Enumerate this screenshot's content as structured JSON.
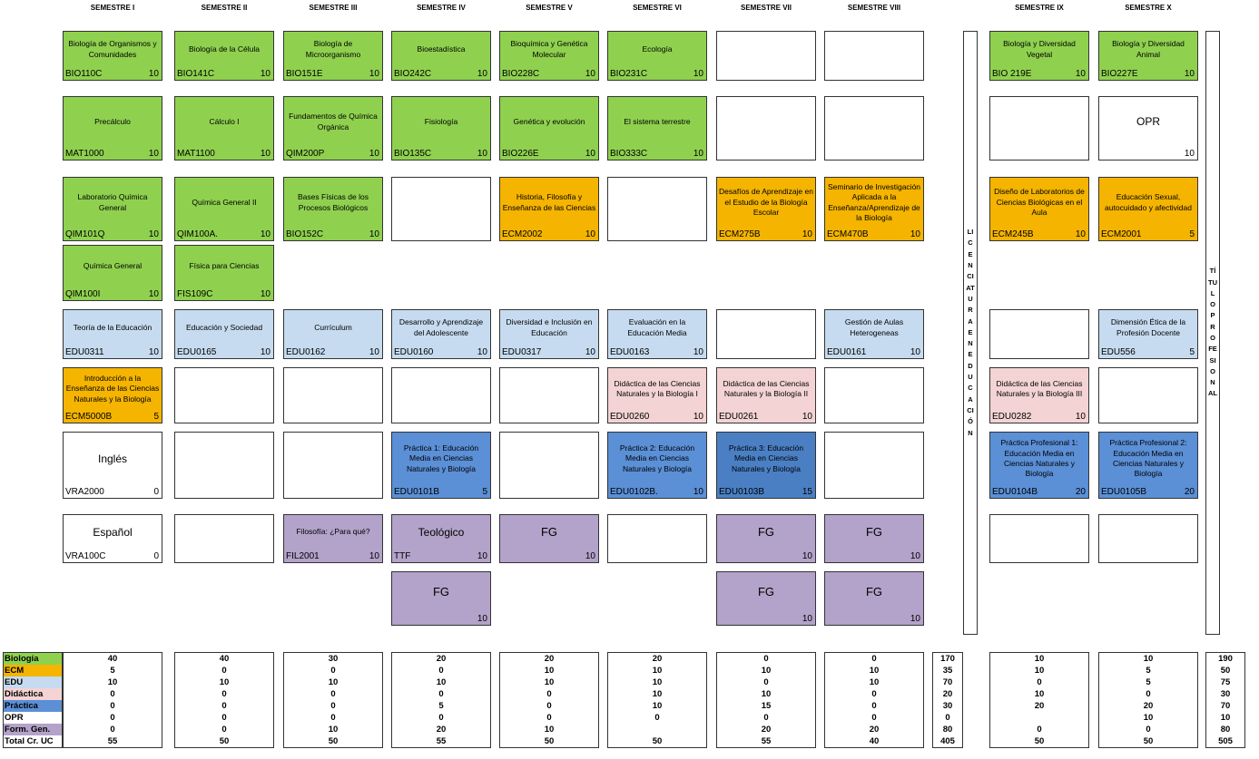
{
  "semesters": [
    "SEMESTRE I",
    "SEMESTRE II",
    "SEMESTRE III",
    "SEMESTRE IV",
    "SEMESTRE V",
    "SEMESTRE VI",
    "SEMESTRE VII",
    "SEMESTRE VIII",
    "SEMESTRE IX",
    "SEMESTRE X"
  ],
  "courses": {
    "r0": [
      {
        "title": "Biología de Organismos y Comunidades",
        "code": "BIO110C",
        "cr": "10",
        "cat": "bio"
      },
      {
        "title": "Biología de la Célula",
        "code": "BIO141C",
        "cr": "10",
        "cat": "bio"
      },
      {
        "title": "Biología de Microorganismo",
        "code": "BIO151E",
        "cr": "10",
        "cat": "bio"
      },
      {
        "title": "Bioestadística",
        "code": "BIO242C",
        "cr": "10",
        "cat": "bio"
      },
      {
        "title": "Bioquímica y Genética Molecular",
        "code": "BIO228C",
        "cr": "10",
        "cat": "bio"
      },
      {
        "title": "Ecología",
        "code": "BIO231C",
        "cr": "10",
        "cat": "bio"
      },
      {
        "title": "",
        "code": "",
        "cr": "",
        "cat": "empty"
      },
      {
        "title": "",
        "code": "",
        "cr": "",
        "cat": "empty"
      },
      {
        "title": "Biología y Diversidad Vegetal",
        "code": "BIO 219E",
        "cr": "10",
        "cat": "bio"
      },
      {
        "title": "Biología y Diversidad Animal",
        "code": "BIO227E",
        "cr": "10",
        "cat": "bio"
      }
    ],
    "r1": [
      {
        "title": "Precálculo",
        "code": "MAT1000",
        "cr": "10",
        "cat": "bio"
      },
      {
        "title": "Cálculo I",
        "code": "MAT1100",
        "cr": "10",
        "cat": "bio"
      },
      {
        "title": "Fundamentos de Química Orgánica",
        "code": "QIM200P",
        "cr": "10",
        "cat": "bio"
      },
      {
        "title": "Fisiología",
        "code": "BIO135C",
        "cr": "10",
        "cat": "bio"
      },
      {
        "title": "Genética y evolución",
        "code": "BIO226E",
        "cr": "10",
        "cat": "bio"
      },
      {
        "title": "El sistema terrestre",
        "code": "BIO333C",
        "cr": "10",
        "cat": "bio"
      },
      {
        "title": "",
        "code": "",
        "cr": "",
        "cat": "empty"
      },
      {
        "title": "",
        "code": "",
        "cr": "",
        "cat": "empty"
      },
      {
        "title": "",
        "code": "",
        "cr": "",
        "cat": "empty"
      },
      {
        "title": "OPR",
        "code": "",
        "cr": "10",
        "cat": "empty"
      }
    ],
    "r2": [
      {
        "title": "Laboratorio Química General",
        "code": "QIM101Q",
        "cr": "10",
        "cat": "bio"
      },
      {
        "title": "Química General II",
        "code": "QIM100A.",
        "cr": "10",
        "cat": "bio"
      },
      {
        "title": "Bases Físicas de los Procesos Biológicos",
        "code": "BIO152C",
        "cr": "10",
        "cat": "bio"
      },
      {
        "title": "",
        "code": "",
        "cr": "",
        "cat": "empty"
      },
      {
        "title": "Historia, Filosofía y Enseñanza de las Ciencias",
        "code": "ECM2002",
        "cr": "10",
        "cat": "ecm"
      },
      {
        "title": "",
        "code": "",
        "cr": "",
        "cat": "empty"
      },
      {
        "title": "Desafíos de Aprendizaje en el Estudio de la Biología Escolar",
        "code": "ECM275B",
        "cr": "10",
        "cat": "ecm"
      },
      {
        "title": "Seminario de Investigación Aplicada a la Enseñanza/Aprendizaje de la Biología",
        "code": "ECM470B",
        "cr": "10",
        "cat": "ecm"
      },
      {
        "title": "Diseño de Laboratorios de Ciencias Biológicas en el Aula",
        "code": "ECM245B",
        "cr": "10",
        "cat": "ecm"
      },
      {
        "title": "Educación Sexual, autocuidado y afectividad",
        "code": "ECM2001",
        "cr": "5",
        "cat": "ecm"
      }
    ],
    "r3": [
      {
        "title": "Química General",
        "code": "QIM100I",
        "cr": "10",
        "cat": "bio"
      },
      {
        "title": "Física para Ciencias",
        "code": "FIS109C",
        "cr": "10",
        "cat": "bio"
      }
    ],
    "r4": [
      {
        "title": "Teoría de la Educación",
        "code": "EDU0311",
        "cr": "10",
        "cat": "edu"
      },
      {
        "title": "Educación y Sociedad",
        "code": "EDU0165",
        "cr": "10",
        "cat": "edu"
      },
      {
        "title": "Currículum",
        "code": "EDU0162",
        "cr": "10",
        "cat": "edu"
      },
      {
        "title": "Desarrollo y Aprendizaje del Adolescente",
        "code": "EDU0160",
        "cr": "10",
        "cat": "edu"
      },
      {
        "title": "Diversidad e Inclusión en Educación",
        "code": "EDU0317",
        "cr": "10",
        "cat": "edu"
      },
      {
        "title": "Evaluación en la Educación Media",
        "code": "EDU0163",
        "cr": "10",
        "cat": "edu"
      },
      {
        "title": "",
        "code": "",
        "cr": "",
        "cat": "empty"
      },
      {
        "title": "Gestión de Aulas Heterogeneas",
        "code": "EDU0161",
        "cr": "10",
        "cat": "edu"
      },
      {
        "title": "",
        "code": "",
        "cr": "",
        "cat": "empty"
      },
      {
        "title": "Dimensión Ética de la Profesión Docente",
        "code": "EDU556",
        "cr": "5",
        "cat": "edu"
      }
    ],
    "r5": [
      {
        "title": "Introducción a la Enseñanza de las Ciencias Naturales y la Biología",
        "code": "ECM5000B",
        "cr": "5",
        "cat": "ecm"
      },
      {
        "title": "",
        "code": "",
        "cr": "",
        "cat": "empty"
      },
      {
        "title": "",
        "code": "",
        "cr": "",
        "cat": "empty"
      },
      {
        "title": "",
        "code": "",
        "cr": "",
        "cat": "empty"
      },
      {
        "title": "",
        "code": "",
        "cr": "",
        "cat": "empty"
      },
      {
        "title": "Didáctica de las Ciencias Naturales y la Biología I",
        "code": "EDU0260",
        "cr": "10",
        "cat": "did"
      },
      {
        "title": "Didáctica de las Ciencias Naturales y la Biología II",
        "code": "EDU0261",
        "cr": "10",
        "cat": "did"
      },
      {
        "title": "",
        "code": "",
        "cr": "",
        "cat": "empty"
      },
      {
        "title": "Didáctica de las Ciencias Naturales y la Biología III",
        "code": "EDU0282",
        "cr": "10",
        "cat": "did"
      },
      {
        "title": "",
        "code": "",
        "cr": "",
        "cat": "empty"
      }
    ],
    "r6": [
      {
        "title": "Inglés",
        "code": "VRA2000",
        "cr": "0",
        "cat": "empty"
      },
      {
        "title": "",
        "code": "",
        "cr": "",
        "cat": "empty"
      },
      {
        "title": "",
        "code": "",
        "cr": "",
        "cat": "empty"
      },
      {
        "title": "Práctica 1: Educación Media en Ciencias Naturales y Biología",
        "code": "EDU0101B",
        "cr": "5",
        "cat": "pra"
      },
      {
        "title": "",
        "code": "",
        "cr": "",
        "cat": "empty"
      },
      {
        "title": "Práctica 2: Educación Media en Ciencias Naturales y Biología",
        "code": "EDU0102B.",
        "cr": "10",
        "cat": "pra"
      },
      {
        "title": "Práctica 3: Educación Media en Ciencias Naturales y Biología",
        "code": "EDU0103B",
        "cr": "15",
        "cat": "pra2"
      },
      {
        "title": "",
        "code": "",
        "cr": "",
        "cat": "empty"
      },
      {
        "title": "Práctica Profesional 1: Educación Media en Ciencias Naturales y Biología",
        "code": "EDU0104B",
        "cr": "20",
        "cat": "pra"
      },
      {
        "title": "Práctica Profesional 2: Educación Media en Ciencias Naturales y Biología",
        "code": "EDU0105B",
        "cr": "20",
        "cat": "pra"
      }
    ],
    "r7": [
      {
        "title": "Español",
        "code": "VRA100C",
        "cr": "0",
        "cat": "empty"
      },
      {
        "title": "",
        "code": "",
        "cr": "",
        "cat": "empty"
      },
      {
        "title": "Filosofía: ¿Para qué?",
        "code": "FIL2001",
        "cr": "10",
        "cat": "fg"
      },
      {
        "title": "Teológico",
        "code": "TTF",
        "cr": "10",
        "cat": "fg"
      },
      {
        "title": "FG",
        "code": "",
        "cr": "10",
        "cat": "fg"
      },
      {
        "title": "",
        "code": "",
        "cr": "",
        "cat": "empty"
      },
      {
        "title": "FG",
        "code": "",
        "cr": "10",
        "cat": "fg"
      },
      {
        "title": "FG",
        "code": "",
        "cr": "10",
        "cat": "fg"
      },
      {
        "title": "",
        "code": "",
        "cr": "",
        "cat": "empty"
      },
      {
        "title": "",
        "code": "",
        "cr": "",
        "cat": "empty"
      }
    ],
    "r8": [
      {
        "title": "FG",
        "code": "",
        "cr": "10",
        "cat": "fg"
      },
      {
        "title": "FG",
        "code": "",
        "cr": "10",
        "cat": "fg"
      },
      {
        "title": "FG",
        "code": "",
        "cr": "10",
        "cat": "fg"
      }
    ]
  },
  "licenciatura_label": "LICENCIATURA EN EDUCACIÓN",
  "titulo_label": "TÍTULO PROFESIONAL",
  "summary": {
    "row_labels": [
      "Biología",
      "ECM",
      "EDU",
      "Didáctica",
      "Práctica",
      "OPR",
      "Form. Gen.",
      "Total Cr. UC"
    ],
    "columns": [
      [
        "40",
        "5",
        "10",
        "0",
        "0",
        "0",
        "0",
        "55"
      ],
      [
        "40",
        "0",
        "10",
        "0",
        "0",
        "0",
        "0",
        "50"
      ],
      [
        "30",
        "0",
        "10",
        "0",
        "0",
        "0",
        "10",
        "50"
      ],
      [
        "20",
        "0",
        "10",
        "0",
        "5",
        "0",
        "20",
        "55"
      ],
      [
        "20",
        "10",
        "10",
        "0",
        "0",
        "0",
        "10",
        "50"
      ],
      [
        "20",
        "10",
        "10",
        "10",
        "10",
        "0",
        "",
        "50"
      ],
      [
        "0",
        "10",
        "0",
        "10",
        "15",
        "0",
        "20",
        "55"
      ],
      [
        "0",
        "10",
        "10",
        "0",
        "0",
        "0",
        "20",
        "40"
      ],
      [
        "170",
        "35",
        "70",
        "20",
        "30",
        "0",
        "80",
        "405"
      ],
      [
        "10",
        "10",
        "0",
        "10",
        "20",
        "",
        "0",
        "50"
      ],
      [
        "10",
        "5",
        "5",
        "0",
        "20",
        "10",
        "0",
        "50"
      ],
      [
        "190",
        "50",
        "75",
        "30",
        "70",
        "10",
        "80",
        "505"
      ]
    ]
  }
}
